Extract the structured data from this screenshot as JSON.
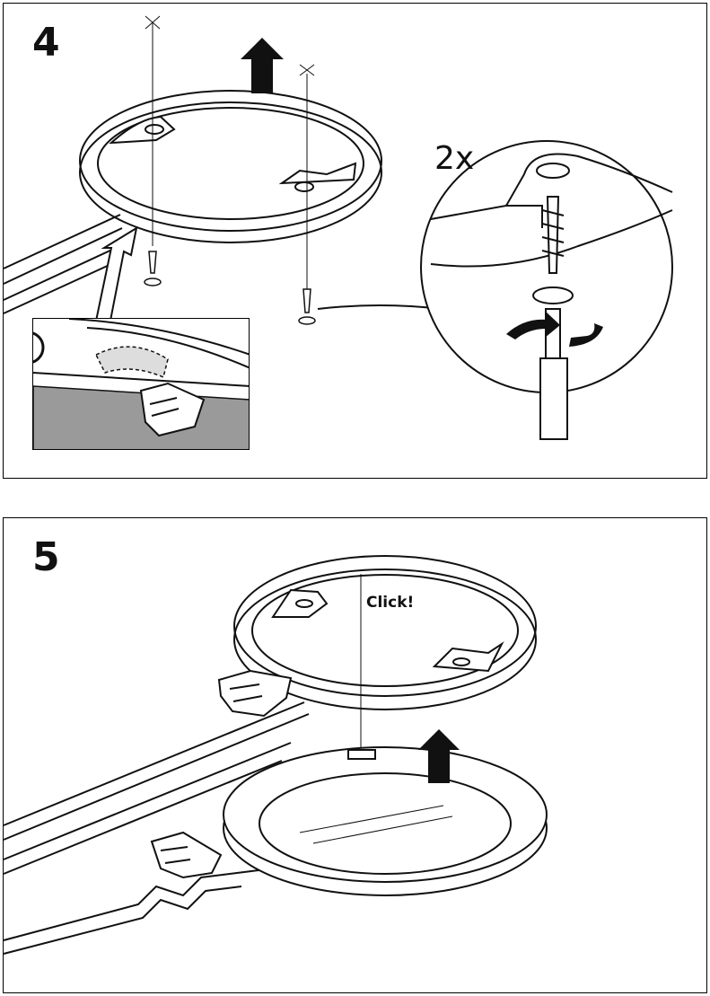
{
  "steps": [
    {
      "number": "4",
      "quantity": "2x",
      "info_icon": "info-icon"
    },
    {
      "number": "5",
      "callout": "Click!"
    }
  ],
  "icons": [
    "arrow-up-icon",
    "screw-icon",
    "screwdriver-icon",
    "rotate-icon",
    "hand-icon",
    "info-icon"
  ],
  "colors": {
    "line": "#111111",
    "fill": "#ffffff",
    "shade": "#9a9a9a"
  }
}
